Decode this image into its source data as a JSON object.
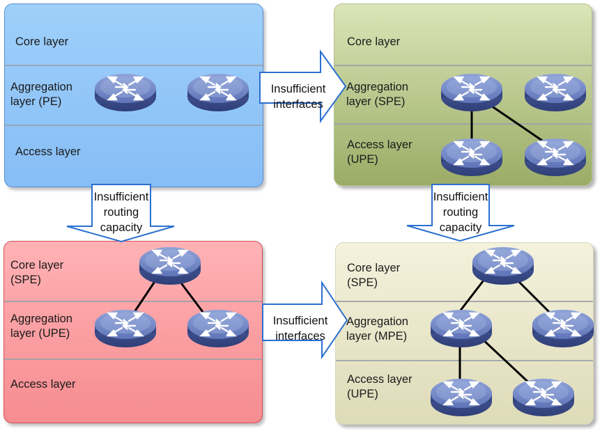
{
  "panels": {
    "top_left": {
      "core": "Core layer",
      "aggregation": "Aggregation\nlayer (PE)",
      "access": "Access layer"
    },
    "top_right": {
      "core": "Core layer",
      "aggregation": "Aggregation\nlayer (SPE)",
      "access": "Access layer\n(UPE)"
    },
    "bottom_left": {
      "core": "Core layer\n(SPE)",
      "aggregation": "Aggregation\nlayer (UPE)",
      "access": "Access layer"
    },
    "bottom_right": {
      "core": "Core layer\n(SPE)",
      "aggregation": "Aggregation\nlayer (MPE)",
      "access": "Access layer\n(UPE)"
    }
  },
  "arrows": {
    "top_horizontal": "Insufficient\ninterfaces",
    "bottom_horizontal": "Insufficient\ninterfaces",
    "left_vertical": "Insufficient\nrouting\ncapacity",
    "right_vertical": "Insufficient\nrouting\ncapacity"
  },
  "colors": {
    "blue_panel": "#8fc6f8",
    "green_panel": "#b6c58a",
    "red_panel": "#fa9ea2",
    "beige_panel": "#ebe8cb",
    "arrow_outline": "#2a6fd0",
    "router": "#5a6fb3"
  },
  "icons": [
    "router-icon"
  ]
}
